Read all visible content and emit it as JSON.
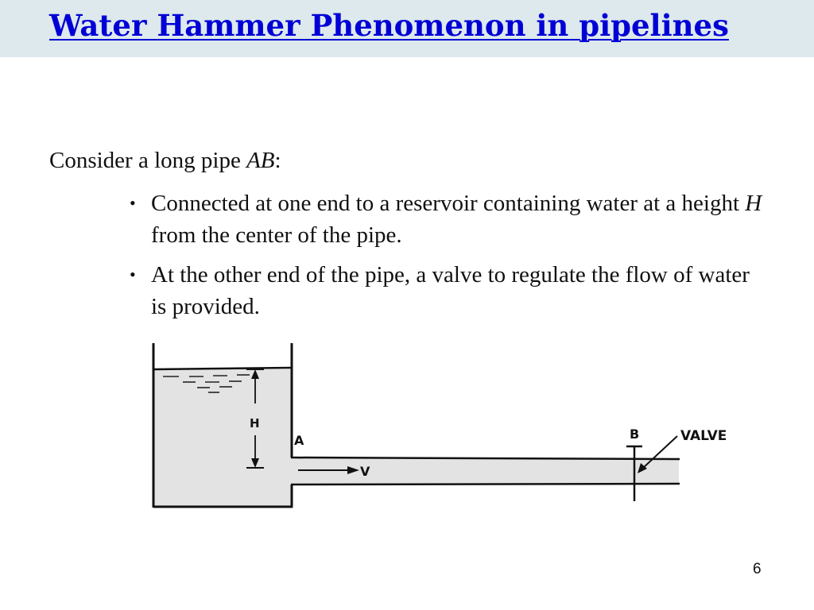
{
  "slide": {
    "title": "Water Hammer Phenomenon in pipelines",
    "intro_prefix": "Consider a long pipe ",
    "intro_var": "AB",
    "intro_suffix": ":",
    "bullets": [
      {
        "pre": "Connected at one end to a reservoir containing water at a height ",
        "var": "H",
        "post": " from the center of the pipe."
      },
      {
        "pre": "At the other end of the pipe, a valve to regulate the flow of water is provided.",
        "var": "",
        "post": ""
      }
    ],
    "page_number": "6"
  },
  "diagram": {
    "label_h": "H",
    "label_a": "A",
    "label_v": "V",
    "label_b": "B",
    "label_valve": "VALVE"
  }
}
